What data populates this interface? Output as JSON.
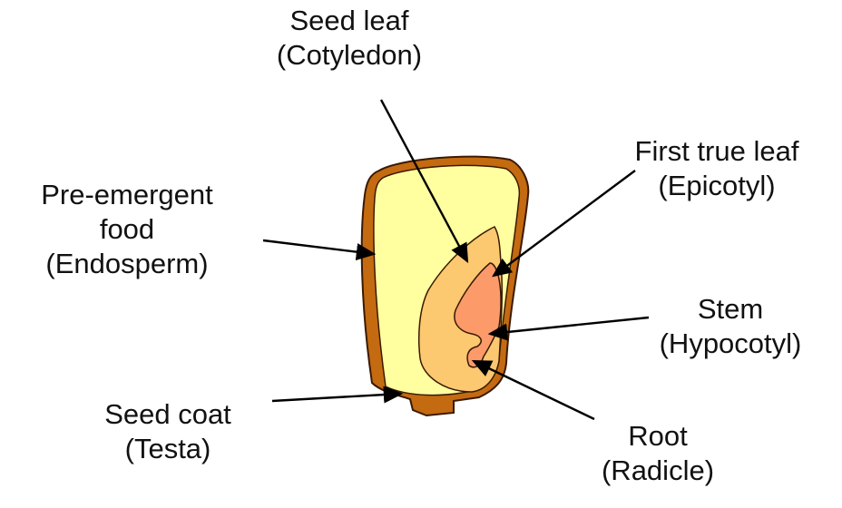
{
  "labels": {
    "seed_leaf": {
      "line1": "Seed leaf",
      "line2": "(Cotyledon)"
    },
    "first_true_leaf": {
      "line1": "First true leaf",
      "line2": "(Epicotyl)"
    },
    "pre_emergent_food": {
      "line1": "Pre-emergent",
      "line2": "food",
      "line3": "(Endosperm)"
    },
    "stem": {
      "line1": "Stem",
      "line2": "(Hypocotyl)"
    },
    "seed_coat": {
      "line1": "Seed coat",
      "line2": "(Testa)"
    },
    "root": {
      "line1": "Root",
      "line2": "(Radicle)"
    }
  },
  "colors": {
    "testa": "#c46a10",
    "testa_outline": "#3a1a05",
    "endosperm": "#ffff9f",
    "cotyledon": "#fcc870",
    "epicotyl": "#fc9a6a",
    "arrow": "#000000"
  }
}
